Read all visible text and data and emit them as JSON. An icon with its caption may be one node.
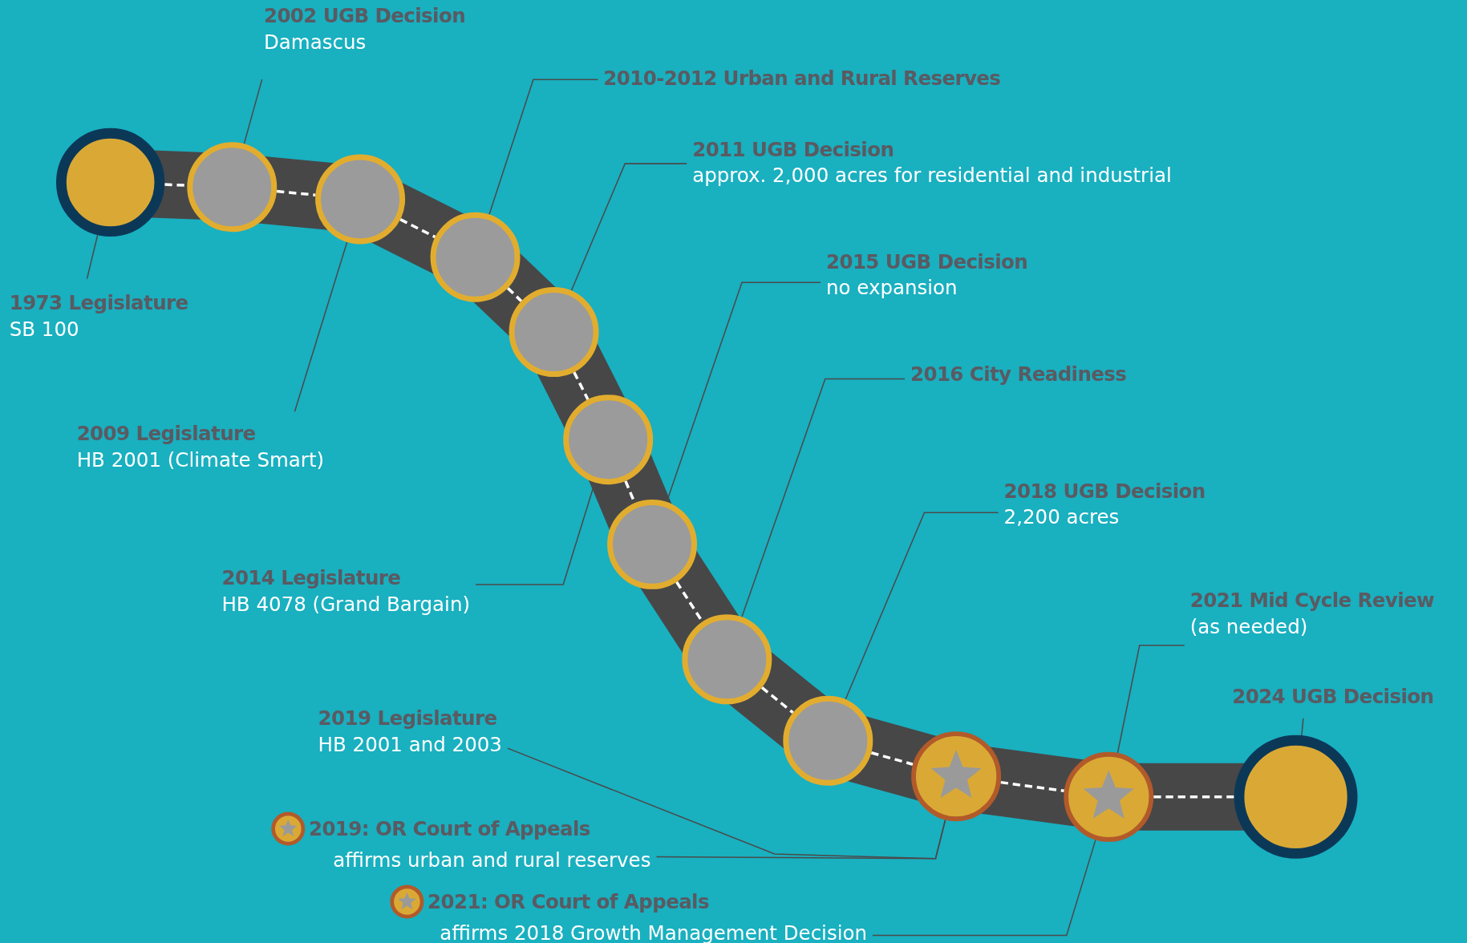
{
  "diagram": {
    "nodes": [
      {
        "text": [],
        "shape": "circle"
      },
      {
        "text": [],
        "shape": "circle"
      },
      {
        "text": [],
        "shape": "circle"
      },
      {
        "text": [],
        "shape": "circle"
      },
      {
        "text": [],
        "shape": "circle"
      },
      {
        "text": [],
        "shape": "circle"
      },
      {
        "text": [],
        "shape": "circle"
      },
      {
        "text": [],
        "shape": "circle"
      },
      {
        "text": [],
        "shape": "circle"
      },
      {
        "text": [],
        "shape": "circle"
      },
      {
        "text": [],
        "shape": "circle"
      },
      {
        "text": [],
        "shape": "circle"
      },
      {
        "text": [
          "2002 UGB Decision",
          "Damascus"
        ]
      },
      {
        "text": [
          "2010-2012 Urban and Rural Reserves"
        ]
      },
      {
        "text": [
          "2011 UGB Decision",
          "approx. 2,000 acres for residential and industrial"
        ]
      },
      {
        "text": [
          "1973 Legislature",
          "SB 100"
        ]
      },
      {
        "text": [
          "2015 UGB Decision",
          "no expansion"
        ]
      },
      {
        "text": [
          "2016 City Readiness"
        ]
      },
      {
        "text": [
          "2009 Legislature",
          "HB 2001 (Climate Smart)"
        ]
      },
      {
        "text": [
          "2018 UGB Decision",
          "2,200 acres"
        ]
      },
      {
        "text": [
          "2014 Legislature",
          "HB 4078 (Grand Bargain)"
        ]
      },
      {
        "text": [
          "2021 Mid Cycle Review",
          "(as needed)"
        ]
      },
      {
        "text": [
          "2024 UGB Decision"
        ]
      },
      {
        "text": [
          "2019 Legislature",
          "HB 2001 and 2003"
        ]
      },
      {
        "text": [
          "2019: OR Court of Appeals",
          "affirms urban and rural reserves"
        ]
      },
      {
        "text": [
          "2021: OR Court of Appeals",
          "affirms 2018 Growth Management Decision"
        ]
      }
    ],
    "edges": [
      {
        "from": 0,
        "to": 1,
        "arrow": "none",
        "style": "dashed",
        "color": "#ffffff"
      },
      {
        "from": 1,
        "to": 2,
        "arrow": "none",
        "style": "dashed",
        "color": "#ffffff"
      },
      {
        "from": 2,
        "to": 3,
        "arrow": "none",
        "style": "dashed",
        "color": "#ffffff"
      },
      {
        "from": 3,
        "to": 4,
        "arrow": "none",
        "style": "dashed",
        "color": "#ffffff"
      },
      {
        "from": 4,
        "to": 5,
        "arrow": "none",
        "style": "dashed",
        "color": "#ffffff"
      },
      {
        "from": 5,
        "to": 6,
        "arrow": "none",
        "style": "dashed",
        "color": "#ffffff"
      },
      {
        "from": 6,
        "to": 7,
        "arrow": "none",
        "style": "dashed",
        "color": "#ffffff"
      },
      {
        "from": 7,
        "to": 8,
        "arrow": "none",
        "style": "dashed",
        "color": "#ffffff"
      },
      {
        "from": 8,
        "to": 9,
        "arrow": "none",
        "style": "dashed",
        "color": "#ffffff"
      },
      {
        "from": 9,
        "to": 10,
        "arrow": "none",
        "style": "dashed",
        "color": "#ffffff"
      },
      {
        "from": 10,
        "to": 11,
        "arrow": "none",
        "style": "dashed",
        "color": "#ffffff"
      },
      {
        "from": 12,
        "to": 1,
        "arrow": "none"
      },
      {
        "from": 13,
        "to": 3,
        "arrow": "none"
      },
      {
        "from": 14,
        "to": 4,
        "arrow": "none"
      },
      {
        "from": 15,
        "to": 0,
        "arrow": "none"
      },
      {
        "from": 16,
        "to": 6,
        "arrow": "none"
      },
      {
        "from": 17,
        "to": 7,
        "arrow": "none"
      },
      {
        "from": 18,
        "to": 2,
        "arrow": "none"
      },
      {
        "from": 19,
        "to": 8,
        "arrow": "none"
      },
      {
        "from": 20,
        "to": 5,
        "arrow": "none"
      },
      {
        "from": 21,
        "to": 10,
        "arrow": "none"
      },
      {
        "from": 22,
        "to": 11,
        "arrow": "none"
      },
      {
        "from": 23,
        "to": 9,
        "arrow": "none"
      },
      {
        "from": 24,
        "to": 9,
        "arrow": "none"
      },
      {
        "from": 25,
        "to": 10,
        "arrow": "none"
      }
    ]
  }
}
